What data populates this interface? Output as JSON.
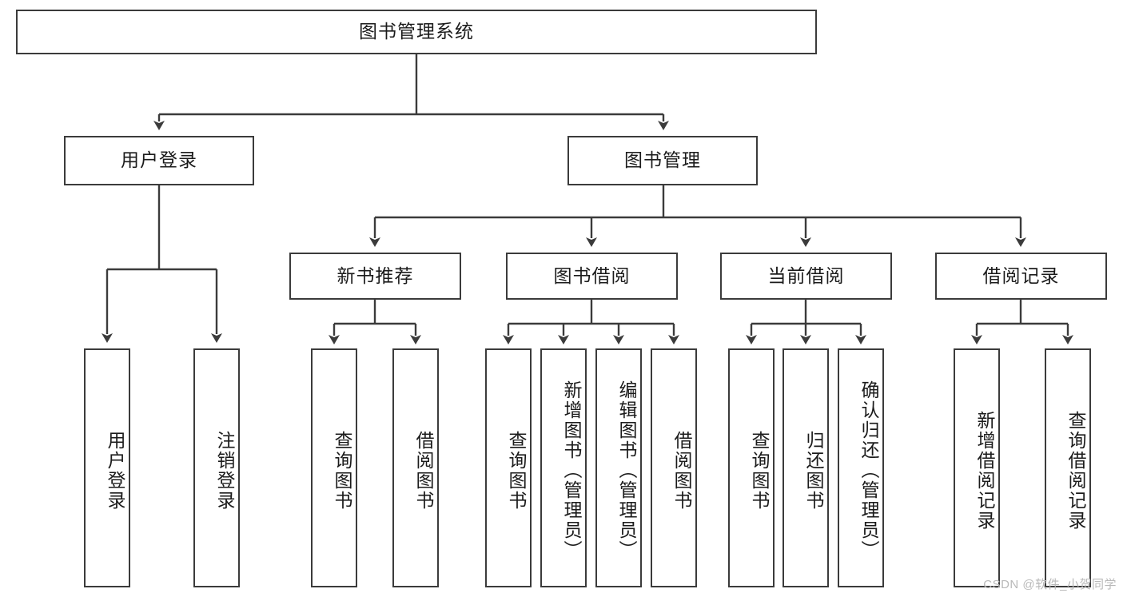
{
  "diagram": {
    "type": "tree-hierarchy",
    "title": "图书管理系统",
    "root": {
      "label": "图书管理系统"
    },
    "level2": [
      {
        "id": "user-login",
        "label": "用户登录"
      },
      {
        "id": "book-management",
        "label": "图书管理"
      }
    ],
    "level3": [
      {
        "id": "new-book-recommend",
        "label": "新书推荐",
        "parent": "book-management"
      },
      {
        "id": "book-borrow",
        "label": "图书借阅",
        "parent": "book-management"
      },
      {
        "id": "current-borrow",
        "label": "当前借阅",
        "parent": "book-management"
      },
      {
        "id": "borrow-record",
        "label": "借阅记录",
        "parent": "book-management"
      }
    ],
    "leaves": [
      {
        "id": "leaf-user-login",
        "label": "用户登录",
        "parent": "user-login"
      },
      {
        "id": "leaf-logout-login",
        "label": "注销登录",
        "parent": "user-login"
      },
      {
        "id": "leaf-query-book-1",
        "label": "查询图书",
        "parent": "new-book-recommend"
      },
      {
        "id": "leaf-borrow-book-1",
        "label": "借阅图书",
        "parent": "new-book-recommend"
      },
      {
        "id": "leaf-query-book-2",
        "label": "查询图书",
        "parent": "book-borrow"
      },
      {
        "id": "leaf-add-book",
        "label": "新增图书（管理员）",
        "parent": "book-borrow"
      },
      {
        "id": "leaf-edit-book",
        "label": "编辑图书（管理员）",
        "parent": "book-borrow"
      },
      {
        "id": "leaf-borrow-book-2",
        "label": "借阅图书",
        "parent": "book-borrow"
      },
      {
        "id": "leaf-query-book-3",
        "label": "查询图书",
        "parent": "current-borrow"
      },
      {
        "id": "leaf-return-book",
        "label": "归还图书",
        "parent": "current-borrow"
      },
      {
        "id": "leaf-confirm-return",
        "label": "确认归还（管理员）",
        "parent": "current-borrow"
      },
      {
        "id": "leaf-add-record",
        "label": "新增借阅记录",
        "parent": "borrow-record"
      },
      {
        "id": "leaf-query-record",
        "label": "查询借阅记录",
        "parent": "borrow-record"
      }
    ]
  },
  "watermark": {
    "text": "CSDN @软件_小贺同学"
  },
  "colors": {
    "border": "#3b3b3b",
    "text": "#1b1b1b",
    "background": "#ffffff",
    "watermark": "#b9b9b9"
  }
}
